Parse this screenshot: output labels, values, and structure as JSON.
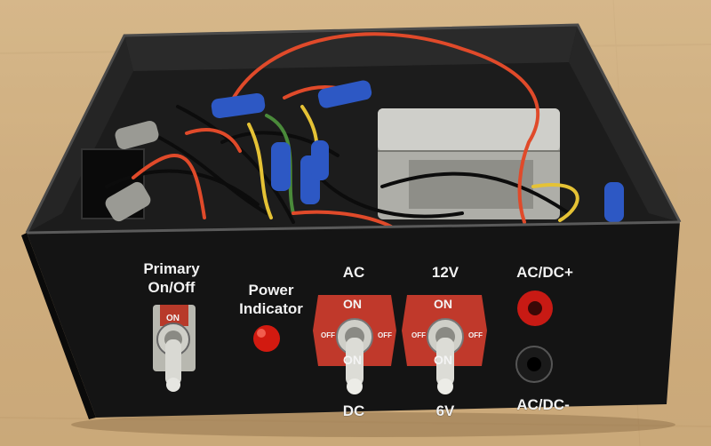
{
  "panel_labels": {
    "primary": "Primary\nOn/Off",
    "power": "Power\nIndicator",
    "ac": "AC",
    "dc": "DC",
    "v12": "12V",
    "v6": "6V",
    "acdc_plus": "AC/DC+",
    "acdc_minus": "AC/DC-"
  },
  "switch_plate_text": {
    "on": "ON",
    "off": "OFF"
  },
  "colors": {
    "background": "#d2b283",
    "enclosure": "#141414",
    "switch_plate": "#c0392b",
    "indicator": "#d21a10",
    "jack_positive": "#c81a14",
    "jack_negative": "#111111",
    "wire_red": "#e04a2a",
    "wire_black": "#0c0c0c",
    "wire_yellow": "#e5c235",
    "wire_green": "#4a8a3a",
    "wire_nut_blue": "#2d58c4",
    "wire_nut_gray": "#9a9a94",
    "transformer": "#b9b9b4"
  }
}
